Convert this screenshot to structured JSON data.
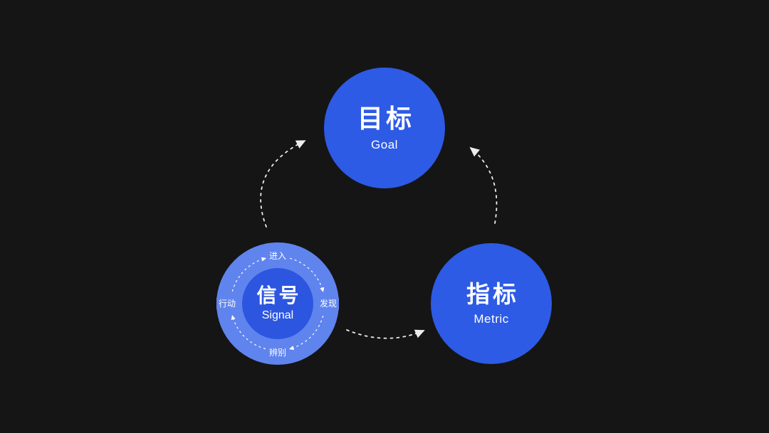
{
  "canvas": {
    "background": "#151515"
  },
  "colors": {
    "primary_blue": "#2D5BE5",
    "signal_outer_blue": "#6084EE",
    "signal_inner_blue": "#2C56DF",
    "text": "#FFFFFF",
    "arrow": "#EDEDED"
  },
  "nodes": {
    "goal": {
      "zh": "目标",
      "en": "Goal"
    },
    "metric": {
      "zh": "指标",
      "en": "Metric"
    },
    "signal": {
      "zh": "信号",
      "en": "Signal",
      "cycle": [
        {
          "label": "进入"
        },
        {
          "label": "发现"
        },
        {
          "label": "辨别"
        },
        {
          "label": "行动"
        }
      ]
    }
  }
}
